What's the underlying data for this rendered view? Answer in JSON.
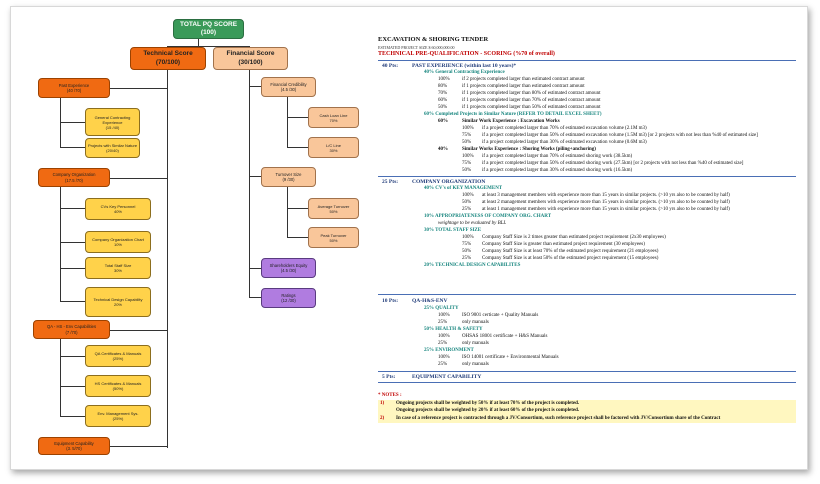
{
  "org_chart": {
    "root": {
      "title": "TOTAL PQ SCORE",
      "score": "(100)"
    },
    "technical": {
      "title": "Technical Score",
      "score": "(70/100)"
    },
    "financial": {
      "title": "Financial Score",
      "score": "(30/100)"
    },
    "past_experience": {
      "title": "Past Experience",
      "score": "(40 /70)"
    },
    "general_contracting": {
      "title": "General Contracting Experience",
      "score": "(15 /40)"
    },
    "similar_nature": {
      "title": "Projects with Similar Nature",
      "score": "(20/40)"
    },
    "company_org": {
      "title": "Company Organization",
      "score": "(17.5 /70)"
    },
    "cvs_key": {
      "title": "CVs Key Personnel",
      "score": "40%"
    },
    "org_chart_node": {
      "title": "Company Organization Chart",
      "score": "10%"
    },
    "staff_size": {
      "title": "Total Staff Size",
      "score": "30%"
    },
    "tech_design": {
      "title": "Technical Design Capability",
      "score": "20%"
    },
    "qa_hs_env": {
      "title": "QA - HS - Env Capabilities",
      "score": "(7 /70)"
    },
    "qa_certs": {
      "title": "QA Certificates & Manuals",
      "score": "(25%)"
    },
    "hs_certs": {
      "title": "HS Certificates & Manuals",
      "score": "(50%)"
    },
    "env_mgmt": {
      "title": "Env. Management Sys.",
      "score": "(25%)"
    },
    "equipment": {
      "title": "Equipment Capability",
      "score": "(3. 5/70)"
    },
    "financial_credibility": {
      "title": "Financial Credibility",
      "score": "(4.5 /30)"
    },
    "cash_loan": {
      "title": "Cash Loan Line",
      "score": "70%"
    },
    "lc_line": {
      "title": "L/C Line",
      "score": "30%"
    },
    "turnover": {
      "title": "Turnover Size",
      "score": "(9 /30)"
    },
    "avg_turnover": {
      "title": "Average Turnover",
      "score": "50%"
    },
    "peak_turnover": {
      "title": "Peak Turnover",
      "score": "50%"
    },
    "shareholders": {
      "title": "Shareholders Equity",
      "score": "(4.5 /30)"
    },
    "ratings": {
      "title": "Ratings",
      "score": "(12 /30)"
    }
  },
  "document": {
    "title": "EXCAVATION & SHORING TENDER",
    "estimated": "ESTIMATED PROJECT SIZE      $          60,000,000.00",
    "subtitle": "TECHNICAL PRE-QUALIFICATION - SCORING (%70 of overall)",
    "s1": {
      "pts": "40    Pts:",
      "name": "PAST EXPERIENCE (within last 10 years)*"
    },
    "s1a": "40% General Contracting Experience",
    "s1a_rows": [
      [
        "100%",
        "if 2 projects completed larger than estimated contract amount"
      ],
      [
        "80%",
        "if 1 projects completed larger than estimated contract amount"
      ],
      [
        "70%",
        "if 1 projects completed larger than 80% of estimated contract amount"
      ],
      [
        "60%",
        "if 1 projects completed larger than 70% of estimated contract amount"
      ],
      [
        "50%",
        "if 1 projects completed larger than 50% of estimated contract amount"
      ]
    ],
    "s1b": "60% Completed Projects in Similar Nature (REFER TO DETAIL EXCEL SHEET)",
    "s1b1": {
      "pct": "60%",
      "name": "Similar Work Experience : Excavation Works"
    },
    "s1b1_rows": [
      [
        "100%",
        "if a project completed larger than 70% of estimated excavation volume (2.1M m3)"
      ],
      [
        "75%",
        "if a project completed larger than 50% of estimated excavation volume (1.5M m3) [or 2 projects with not less than %40 of estimated size]"
      ],
      [
        "50%",
        "if a project completed larger than 30% of estimated excavation volume (0.6M m3)"
      ]
    ],
    "s1b2": {
      "pct": "40%",
      "name": "Similar Works Experience : Shoring Works (piling+anchoring)"
    },
    "s1b2_rows": [
      [
        "100%",
        "if a project completed larger than 70% of estimated shoring work (38.5km)"
      ],
      [
        "75%",
        "if a project completed larger than 50% of estimated shoring work (27.5km) [or 2 projects with not less than %40 of estimated size]"
      ],
      [
        "50%",
        "if a project completed larger than 30% of estimated shoring work (16.5km)"
      ]
    ],
    "s2": {
      "pts": "25    Pts:",
      "name": "COMPANY ORGANIZATION"
    },
    "s2a": "40% CV's of KEY MANAGEMENT",
    "s2a_rows": [
      [
        "100%",
        "at least 3 management members with experience more than 15 years in similar projects. (>10 yrs also to be counted by half)"
      ],
      [
        "50%",
        "at least 2 management members with experience more than 15 years in similar projects. (>10 yrs also to be counted by half)"
      ],
      [
        "25%",
        "at least 1 management members with experience more than 15 years in similar projects. (>10 yrs also to be counted by half)"
      ]
    ],
    "s2b": "10% APPROPRIATENESS OF COMPANY ORG. CHART",
    "s2b_note": "weightage to be evaluated by BLL",
    "s2c": "30% TOTAL STAFF SIZE",
    "s2c_rows": [
      [
        "100%",
        "Company Staff Size is 2 times greater than estimated project requirement (2x30 employees)"
      ],
      [
        "75%",
        "Company Staff Size is greater than estimated project requirement (30 employees)"
      ],
      [
        "50%",
        "Company Staff Size is at least 70% of the estimated project requirement (21 employees)"
      ],
      [
        "25%",
        "Company Staff Size is at least 50% of the estimated project requirement (15 employees)"
      ]
    ],
    "s2d": "20% TECHNICAL DESIGN CAPABILITES",
    "s3": {
      "pts": "10    Pts:",
      "name": "QA-H&S-ENV"
    },
    "s3a": "25% QUALITY",
    "s3a_rows": [
      [
        "100%",
        "ISO 9001 certicate + Quality Manuals"
      ],
      [
        "25%",
        "only manuals"
      ]
    ],
    "s3b": "50% HEALTH & SAFETY",
    "s3b_rows": [
      [
        "100%",
        "OHSAS 18001 certificate + H&S Manuals"
      ],
      [
        "25%",
        "only manuals"
      ]
    ],
    "s3c": "25% ENVIRONMENT",
    "s3c_rows": [
      [
        "100%",
        "ISO 14001 certificate + Environmental Manuals"
      ],
      [
        "25%",
        "only manuals"
      ]
    ],
    "s4": {
      "pts": "5    Pts:",
      "name": "EQUIPMENT CAPABILITY"
    },
    "notes_title": "* NOTES :",
    "notes": [
      [
        "1)",
        "Ongoing projects shall be weighted by 50% if at least 70% of the project is completed."
      ],
      [
        "",
        "Ongoing projects shall be weighted by 20% if at least 60% of the project is completed."
      ],
      [
        "2)",
        "In case of a reference project is contracted through a JV/Consortium, such reference project shall be factored with JV/Consortium share of the Contract"
      ]
    ]
  }
}
